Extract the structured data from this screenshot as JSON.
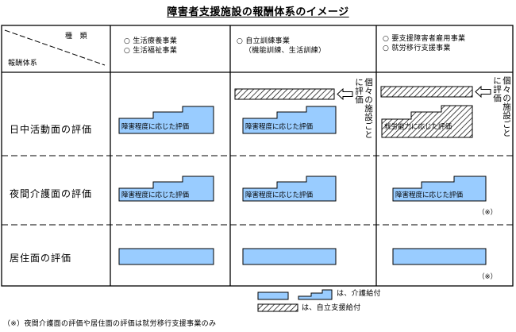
{
  "title": "障害者支援施設の報酬体系のイメージ",
  "header": {
    "type_label": "種　類",
    "system_label": "報酬体系",
    "columns": [
      {
        "lines": [
          "○ 生活療養事業",
          "○ 生活福祉事業"
        ]
      },
      {
        "lines": [
          "○ 自立訓練事業",
          "（機能訓練、生活訓練）"
        ]
      },
      {
        "lines": [
          "○ 要支援障害者雇用事業",
          "○ 就労移行支援事業"
        ]
      }
    ]
  },
  "rows": [
    {
      "label": "日中活動面の評価"
    },
    {
      "label": "夜間介護面の評価"
    },
    {
      "label": "居住面の評価"
    }
  ],
  "boxes": {
    "care_level": "障害程度に応じた評価",
    "ability_level": "就労能力に応じた評価",
    "per_facility": "個々の施設ごとに評価",
    "note_mark": "（※）"
  },
  "legend": {
    "care_label": "は、介護給付",
    "training_label": "は、自立支援給付"
  },
  "footnote": "（※）夜間介護面の評価や居住面の評価は就労移行支援事業のみ",
  "colors": {
    "care_fill": "#99CCFF",
    "line": "#000000"
  }
}
